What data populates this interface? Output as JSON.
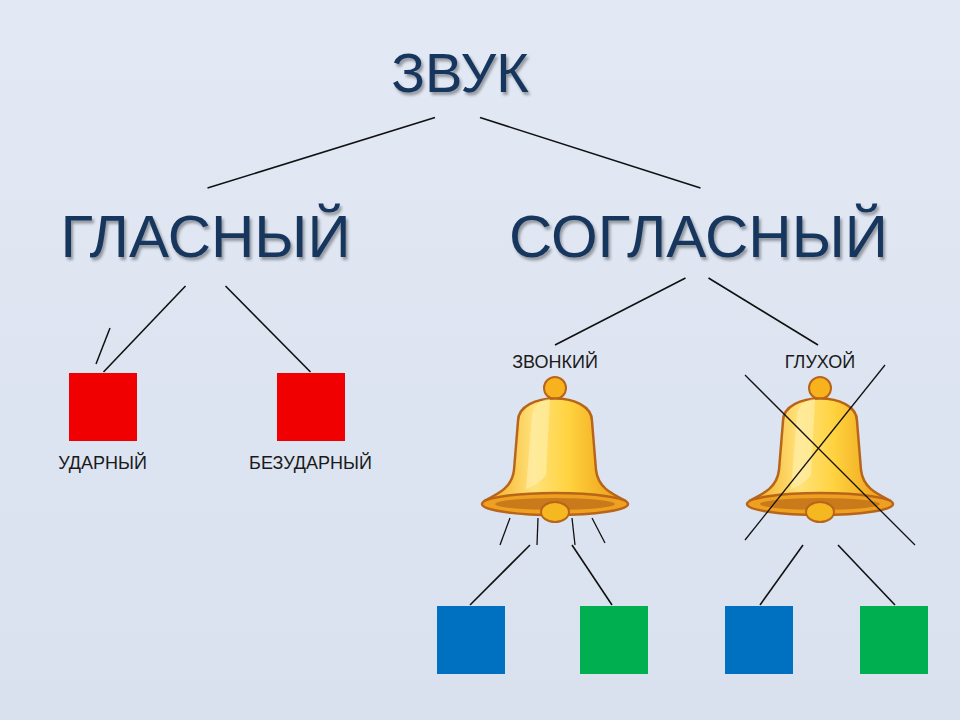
{
  "diagram": {
    "nodes": [
      {
        "text": [
          "ЗВУК"
        ]
      },
      {
        "text": [
          "ГЛАСНЫЙ"
        ]
      },
      {
        "text": [
          "СОГЛАСНЫЙ"
        ]
      },
      {
        "text": [
          "УДАРНЫЙ"
        ]
      },
      {
        "text": [
          "БЕЗУДАРНЫЙ"
        ]
      },
      {
        "text": [
          "ЗВОНКИЙ"
        ]
      },
      {
        "text": [
          "ГЛУХОЙ"
        ]
      },
      {
        "text": []
      },
      {
        "text": []
      },
      {
        "text": []
      },
      {
        "text": []
      }
    ],
    "edges": [
      {
        "from": 0,
        "to": 1,
        "arrow": "none"
      },
      {
        "from": 0,
        "to": 2,
        "arrow": "none"
      },
      {
        "from": 1,
        "to": 3,
        "arrow": "none"
      },
      {
        "from": 1,
        "to": 4,
        "arrow": "none"
      },
      {
        "from": 2,
        "to": 5,
        "arrow": "none"
      },
      {
        "from": 2,
        "to": 6,
        "arrow": "none"
      },
      {
        "from": 5,
        "to": 7,
        "arrow": "none"
      },
      {
        "from": 5,
        "to": 8,
        "arrow": "none"
      },
      {
        "from": 6,
        "to": 9,
        "arrow": "none"
      },
      {
        "from": 6,
        "to": 10,
        "arrow": "none"
      }
    ]
  }
}
